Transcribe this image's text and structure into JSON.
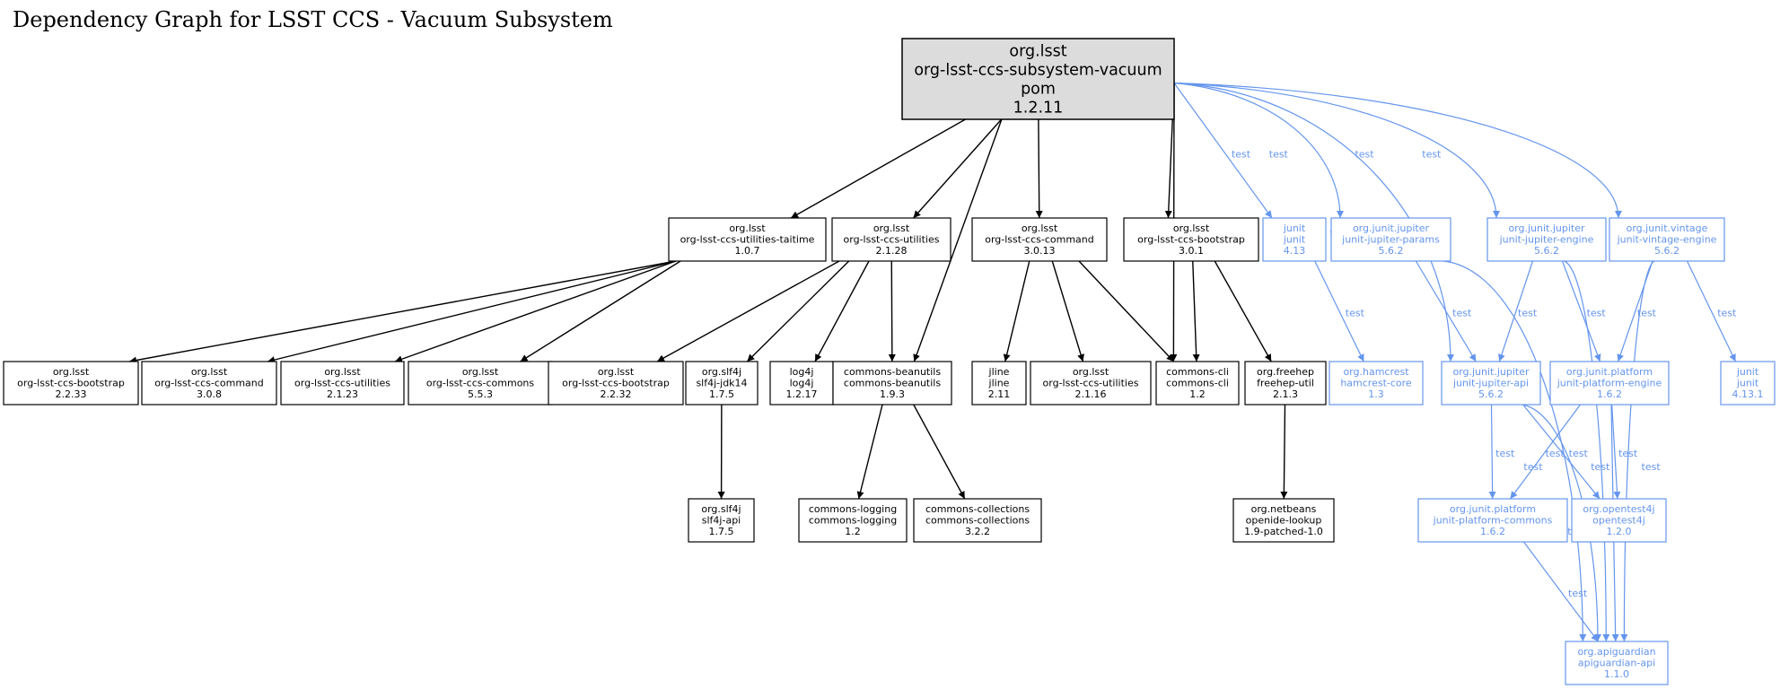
{
  "title": "Dependency Graph for LSST CCS - Vacuum Subsystem",
  "colors": {
    "compile": "#000000",
    "test": "#6495ed",
    "root_fill": "#dcdcdc",
    "node_fill": "#ffffff"
  },
  "nodes": [
    {
      "id": "root",
      "lines": [
        "org.lsst",
        "org-lsst-ccs-subsystem-vacuum",
        "pom",
        "1.2.11"
      ],
      "scope": "root"
    },
    {
      "id": "taitime",
      "lines": [
        "org.lsst",
        "org-lsst-ccs-utilities-taitime",
        "1.0.7"
      ],
      "scope": "compile"
    },
    {
      "id": "util2128",
      "lines": [
        "org.lsst",
        "org-lsst-ccs-utilities",
        "2.1.28"
      ],
      "scope": "compile"
    },
    {
      "id": "cmd3013",
      "lines": [
        "org.lsst",
        "org-lsst-ccs-command",
        "3.0.13"
      ],
      "scope": "compile"
    },
    {
      "id": "boot301",
      "lines": [
        "org.lsst",
        "org-lsst-ccs-bootstrap",
        "3.0.1"
      ],
      "scope": "compile"
    },
    {
      "id": "junit413",
      "lines": [
        "junit",
        "junit",
        "4.13"
      ],
      "scope": "test"
    },
    {
      "id": "params",
      "lines": [
        "org.junit.jupiter",
        "junit-jupiter-params",
        "5.6.2"
      ],
      "scope": "test"
    },
    {
      "id": "jengine",
      "lines": [
        "org.junit.jupiter",
        "junit-jupiter-engine",
        "5.6.2"
      ],
      "scope": "test"
    },
    {
      "id": "vintage",
      "lines": [
        "org.junit.vintage",
        "junit-vintage-engine",
        "5.6.2"
      ],
      "scope": "test"
    },
    {
      "id": "boot2233",
      "lines": [
        "org.lsst",
        "org-lsst-ccs-bootstrap",
        "2.2.33"
      ],
      "scope": "compile"
    },
    {
      "id": "cmd308",
      "lines": [
        "org.lsst",
        "org-lsst-ccs-command",
        "3.0.8"
      ],
      "scope": "compile"
    },
    {
      "id": "util2123",
      "lines": [
        "org.lsst",
        "org-lsst-ccs-utilities",
        "2.1.23"
      ],
      "scope": "compile"
    },
    {
      "id": "commons553",
      "lines": [
        "org.lsst",
        "org-lsst-ccs-commons",
        "5.5.3"
      ],
      "scope": "compile"
    },
    {
      "id": "boot2232",
      "lines": [
        "org.lsst",
        "org-lsst-ccs-bootstrap",
        "2.2.32"
      ],
      "scope": "compile"
    },
    {
      "id": "slf4jjdk",
      "lines": [
        "org.slf4j",
        "slf4j-jdk14",
        "1.7.5"
      ],
      "scope": "compile"
    },
    {
      "id": "log4j",
      "lines": [
        "log4j",
        "log4j",
        "1.2.17"
      ],
      "scope": "compile"
    },
    {
      "id": "beanutils",
      "lines": [
        "commons-beanutils",
        "commons-beanutils",
        "1.9.3"
      ],
      "scope": "compile"
    },
    {
      "id": "jline",
      "lines": [
        "jline",
        "jline",
        "2.11"
      ],
      "scope": "compile"
    },
    {
      "id": "util2116",
      "lines": [
        "org.lsst",
        "org-lsst-ccs-utilities",
        "2.1.16"
      ],
      "scope": "compile"
    },
    {
      "id": "cli",
      "lines": [
        "commons-cli",
        "commons-cli",
        "1.2"
      ],
      "scope": "compile"
    },
    {
      "id": "freehep",
      "lines": [
        "org.freehep",
        "freehep-util",
        "2.1.3"
      ],
      "scope": "compile"
    },
    {
      "id": "hamcrest",
      "lines": [
        "org.hamcrest",
        "hamcrest-core",
        "1.3"
      ],
      "scope": "test"
    },
    {
      "id": "japi",
      "lines": [
        "org.junit.jupiter",
        "junit-jupiter-api",
        "5.6.2"
      ],
      "scope": "test"
    },
    {
      "id": "pengine",
      "lines": [
        "org.junit.platform",
        "junit-platform-engine",
        "1.6.2"
      ],
      "scope": "test"
    },
    {
      "id": "junit4131",
      "lines": [
        "junit",
        "junit",
        "4.13.1"
      ],
      "scope": "test"
    },
    {
      "id": "slf4japi",
      "lines": [
        "org.slf4j",
        "slf4j-api",
        "1.7.5"
      ],
      "scope": "compile"
    },
    {
      "id": "logging",
      "lines": [
        "commons-logging",
        "commons-logging",
        "1.2"
      ],
      "scope": "compile"
    },
    {
      "id": "collections",
      "lines": [
        "commons-collections",
        "commons-collections",
        "3.2.2"
      ],
      "scope": "compile"
    },
    {
      "id": "openide",
      "lines": [
        "org.netbeans",
        "openide-lookup",
        "1.9-patched-1.0"
      ],
      "scope": "compile"
    },
    {
      "id": "pcommons",
      "lines": [
        "org.junit.platform",
        "junit-platform-commons",
        "1.6.2"
      ],
      "scope": "test"
    },
    {
      "id": "opentest",
      "lines": [
        "org.opentest4j",
        "opentest4j",
        "1.2.0"
      ],
      "scope": "test"
    },
    {
      "id": "apiguardian",
      "lines": [
        "org.apiguardian",
        "apiguardian-api",
        "1.1.0"
      ],
      "scope": "test"
    }
  ],
  "edges": [
    {
      "from": "root",
      "to": "taitime",
      "scope": "compile"
    },
    {
      "from": "root",
      "to": "util2128",
      "scope": "compile"
    },
    {
      "from": "root",
      "to": "beanutils",
      "scope": "compile"
    },
    {
      "from": "root",
      "to": "cmd3013",
      "scope": "compile"
    },
    {
      "from": "root",
      "to": "cli",
      "scope": "compile"
    },
    {
      "from": "root",
      "to": "boot301",
      "scope": "compile"
    },
    {
      "from": "root",
      "to": "junit413",
      "scope": "test",
      "label": "test"
    },
    {
      "from": "root",
      "to": "params",
      "scope": "test",
      "label": "test"
    },
    {
      "from": "root",
      "to": "japi",
      "scope": "test",
      "label": "test"
    },
    {
      "from": "root",
      "to": "jengine",
      "scope": "test",
      "label": "test"
    },
    {
      "from": "root",
      "to": "vintage",
      "scope": "test",
      "label": "test"
    },
    {
      "from": "taitime",
      "to": "boot2233",
      "scope": "compile"
    },
    {
      "from": "taitime",
      "to": "cmd308",
      "scope": "compile"
    },
    {
      "from": "taitime",
      "to": "util2123",
      "scope": "compile"
    },
    {
      "from": "taitime",
      "to": "commons553",
      "scope": "compile"
    },
    {
      "from": "util2128",
      "to": "boot2232",
      "scope": "compile"
    },
    {
      "from": "util2128",
      "to": "slf4jjdk",
      "scope": "compile"
    },
    {
      "from": "util2128",
      "to": "log4j",
      "scope": "compile"
    },
    {
      "from": "util2128",
      "to": "beanutils",
      "scope": "compile"
    },
    {
      "from": "cmd3013",
      "to": "jline",
      "scope": "compile"
    },
    {
      "from": "cmd3013",
      "to": "util2116",
      "scope": "compile"
    },
    {
      "from": "cmd3013",
      "to": "cli",
      "scope": "compile"
    },
    {
      "from": "boot301",
      "to": "cli",
      "scope": "compile"
    },
    {
      "from": "boot301",
      "to": "freehep",
      "scope": "compile"
    },
    {
      "from": "junit413",
      "to": "hamcrest",
      "scope": "test",
      "label": "test"
    },
    {
      "from": "params",
      "to": "japi",
      "scope": "test",
      "label": "test"
    },
    {
      "from": "params",
      "to": "apiguardian",
      "scope": "test",
      "label": "test"
    },
    {
      "from": "jengine",
      "to": "japi",
      "scope": "test",
      "label": "test"
    },
    {
      "from": "jengine",
      "to": "pengine",
      "scope": "test",
      "label": "test"
    },
    {
      "from": "jengine",
      "to": "apiguardian",
      "scope": "test",
      "label": "test"
    },
    {
      "from": "vintage",
      "to": "pengine",
      "scope": "test",
      "label": "test"
    },
    {
      "from": "vintage",
      "to": "junit4131",
      "scope": "test",
      "label": "test"
    },
    {
      "from": "vintage",
      "to": "apiguardian",
      "scope": "test",
      "label": "test"
    },
    {
      "from": "slf4jjdk",
      "to": "slf4japi",
      "scope": "compile"
    },
    {
      "from": "beanutils",
      "to": "logging",
      "scope": "compile"
    },
    {
      "from": "beanutils",
      "to": "collections",
      "scope": "compile"
    },
    {
      "from": "freehep",
      "to": "openide",
      "scope": "compile"
    },
    {
      "from": "japi",
      "to": "pcommons",
      "scope": "test",
      "label": "test"
    },
    {
      "from": "japi",
      "to": "opentest",
      "scope": "test",
      "label": "test"
    },
    {
      "from": "japi",
      "to": "apiguardian",
      "scope": "test",
      "label": "test"
    },
    {
      "from": "pengine",
      "to": "pcommons",
      "scope": "test",
      "label": "test"
    },
    {
      "from": "pengine",
      "to": "opentest",
      "scope": "test",
      "label": "test"
    },
    {
      "from": "pengine",
      "to": "apiguardian",
      "scope": "test",
      "label": "test"
    },
    {
      "from": "pcommons",
      "to": "apiguardian",
      "scope": "test",
      "label": "test"
    }
  ]
}
